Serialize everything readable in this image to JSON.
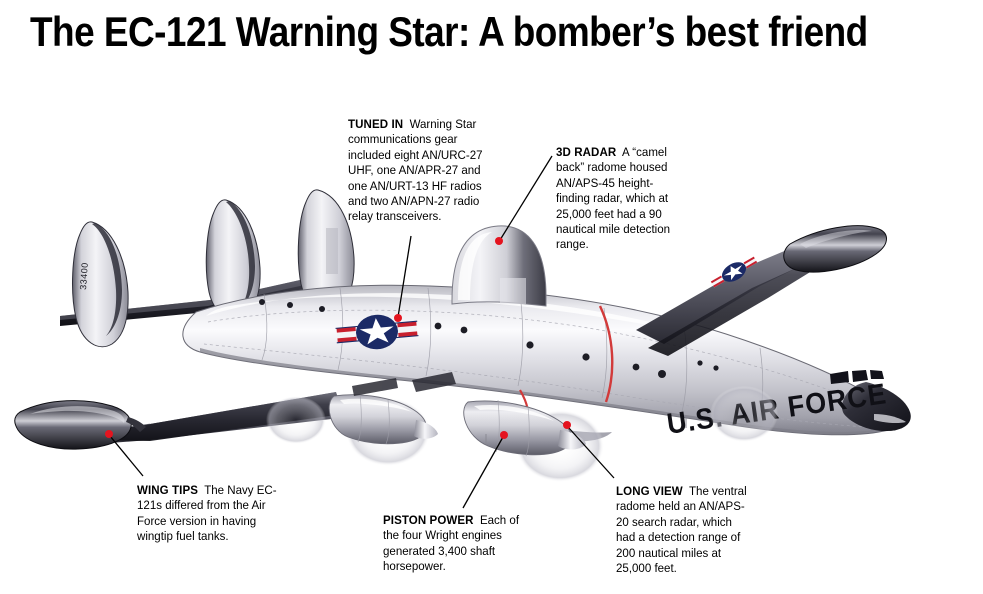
{
  "page": {
    "background_color": "#ffffff",
    "text_color": "#000000",
    "accent_red": "#e4141f"
  },
  "headline": {
    "text": "The EC-121 Warning Star: A bomber’s best friend"
  },
  "callouts": [
    {
      "id": "tuned-in",
      "lead": "TUNED IN",
      "body": "Warning Star communications gear included eight AN/URC-27 UHF, one AN/APR-27 and one AN/URT-13 HF radios and two AN/APN-27 radio relay transceivers.",
      "dot_color": "#e4141f"
    },
    {
      "id": "3d-radar",
      "lead": "3D RADAR",
      "body": "A “camel back” radome housed AN/APS-45 height-finding radar, which at 25,000 feet had a 90 nautical mile detection range.",
      "dot_color": "#e4141f"
    },
    {
      "id": "wing-tips",
      "lead": "WING TIPS",
      "body": "The Navy EC-121s differed from the Air Force version in having wingtip fuel tanks.",
      "dot_color": "#e4141f"
    },
    {
      "id": "piston-power",
      "lead": "PISTON POWER",
      "body": "Each of the four Wright engines generated 3,400 shaft horsepower.",
      "dot_color": "#e4141f"
    },
    {
      "id": "long-view",
      "lead": "LONG VIEW",
      "body": "The ventral radome held an AN/APS-20 search radar, which had a detection range of 200 nautical miles at 25,000 feet.",
      "dot_color": "#e4141f"
    }
  ],
  "aircraft": {
    "name": "EC-121 Warning Star",
    "fuselage_marking": "U.S. AIR FORCE",
    "tail_serial": "33400",
    "insignia": "us-air-force-roundel",
    "colors": {
      "fuselage_light": "#f2f2f2",
      "fuselage_mid": "#cfcfd4",
      "fuselage_shadow": "#8e8e96",
      "wing_dark": "#2b2b33",
      "tank_dark": "#22222a",
      "nose_radome": "#1d1d24",
      "outline": "#3a3a42",
      "roundel_blue": "#1b2a66",
      "roundel_red": "#c8202e",
      "ventral_marker": "#d23a3a"
    }
  }
}
